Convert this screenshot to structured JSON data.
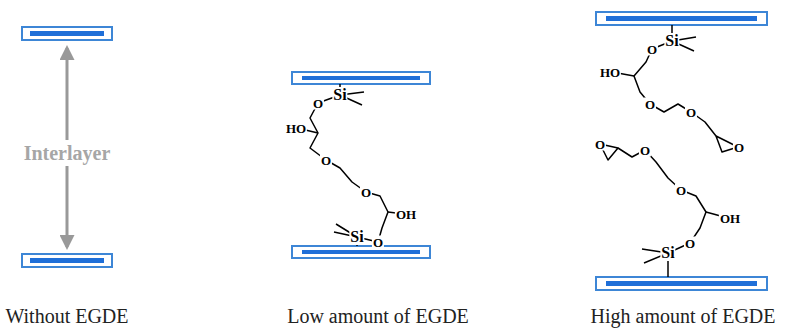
{
  "diagram": {
    "labels": [
      "Interlayer",
      "Without EGDE",
      "Low amount of EGDE",
      "High amount of EGDE",
      "O",
      "Si",
      "HO",
      "O",
      "O",
      "OH",
      "Si",
      "O",
      "O",
      "Si",
      "HO",
      "O",
      "O",
      "O",
      "O",
      "O",
      "O",
      "OH",
      "Si",
      "O"
    ]
  }
}
